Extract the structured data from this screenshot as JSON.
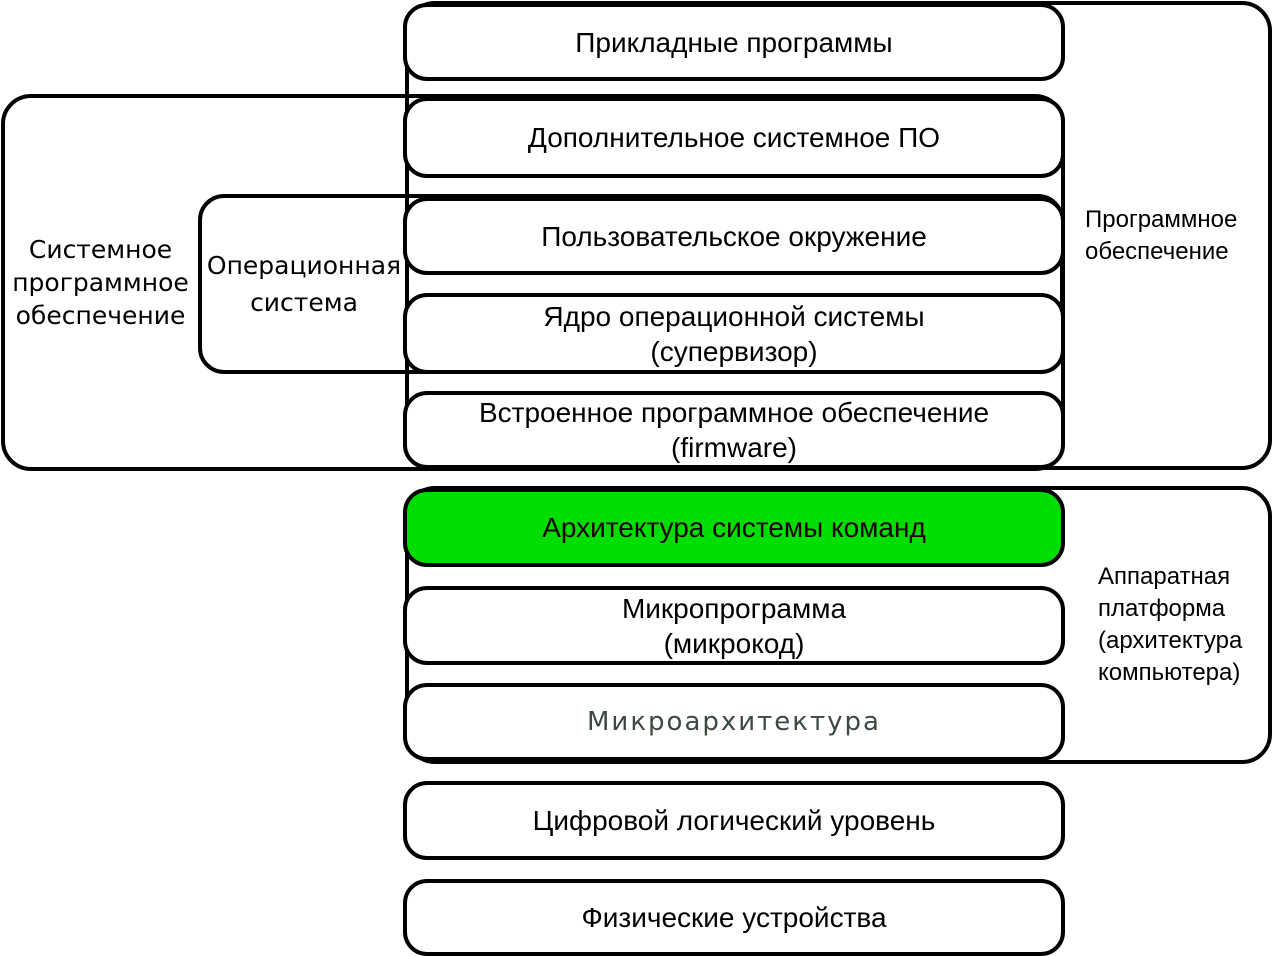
{
  "stack": {
    "software": [
      {
        "label": "Прикладные программы"
      },
      {
        "label": "Дополнительное системное ПО"
      },
      {
        "label": "Пользовательское окружение"
      },
      {
        "label": "Ядро операционной системы",
        "label2": "(супервизор)"
      },
      {
        "label": "Встроенное программное обеспечение",
        "label2": "(firmware)"
      }
    ],
    "hardware": [
      {
        "label": "Архитектура системы команд"
      },
      {
        "label": "Микропрограмма",
        "label2": "(микрокод)"
      },
      {
        "label": "Микроархитектура"
      }
    ],
    "base": [
      {
        "label": "Цифровой логический уровень"
      },
      {
        "label": "Физические устройства"
      }
    ]
  },
  "groups": {
    "software": {
      "line1": "Программное",
      "line2": "обеспечение"
    },
    "system_software": {
      "line1": "Системное",
      "line2": "программное",
      "line3": "обеспечение"
    },
    "operating_system": {
      "line1": "Операционная",
      "line2": "система"
    },
    "hardware": {
      "line1": "Аппаратная",
      "line2": "платформа",
      "line3": "(архитектура",
      "line4": "компьютера)"
    }
  },
  "colors": {
    "border": "#000000",
    "isa_highlight_fill": "#00dd00",
    "isa_highlight_text": "#1c0000",
    "microarchitecture_text": "#3d4a40"
  }
}
